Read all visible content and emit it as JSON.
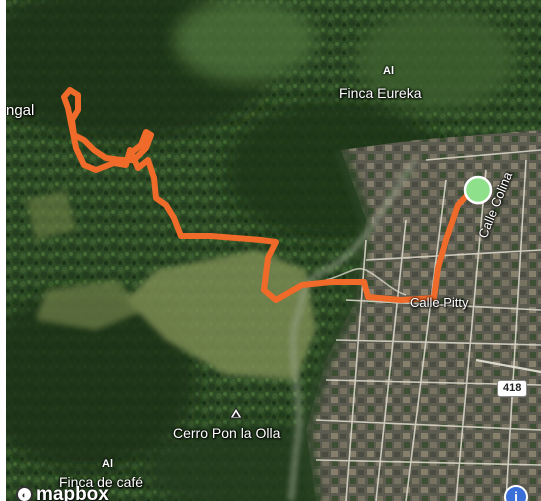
{
  "map": {
    "labels": {
      "ngal": "ngal",
      "finca_eureka": "Finca Eureka",
      "cerro": "Cerro Pon la Olla",
      "finca_cafe": "Finca de café"
    },
    "streets": {
      "calle_colina": "Calle Colina",
      "calle_pitty": "Calle Pitty"
    },
    "route_shield": "418",
    "poi_symbol": "Al",
    "attribution": "mapbox",
    "info_symbol": "i",
    "colors": {
      "route": "#f06a2a",
      "start_marker": "#8fe08a",
      "forest_dark": "#1f3a1c",
      "forest_mid": "#35552b",
      "clearing": "#7f8f58",
      "town": "#6d6a5c",
      "road": "#d9d5c8"
    },
    "icons": [
      "poi-icon",
      "peak-icon",
      "start-marker-icon",
      "mapbox-logo-icon",
      "info-icon"
    ]
  }
}
